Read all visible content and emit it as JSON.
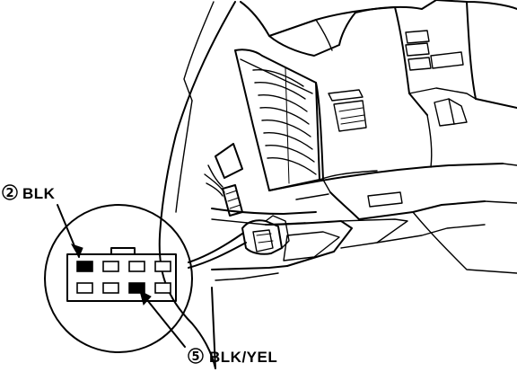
{
  "callouts": [
    {
      "number": "2",
      "label": "BLK"
    },
    {
      "number": "5",
      "label": "BLK/YEL"
    }
  ],
  "connector": {
    "top_row_pins": 4,
    "bottom_row_pins": 4,
    "filled_pins": [
      "top-1",
      "bottom-3"
    ]
  },
  "colors": {
    "ink": "#000000",
    "paper": "#ffffff"
  }
}
